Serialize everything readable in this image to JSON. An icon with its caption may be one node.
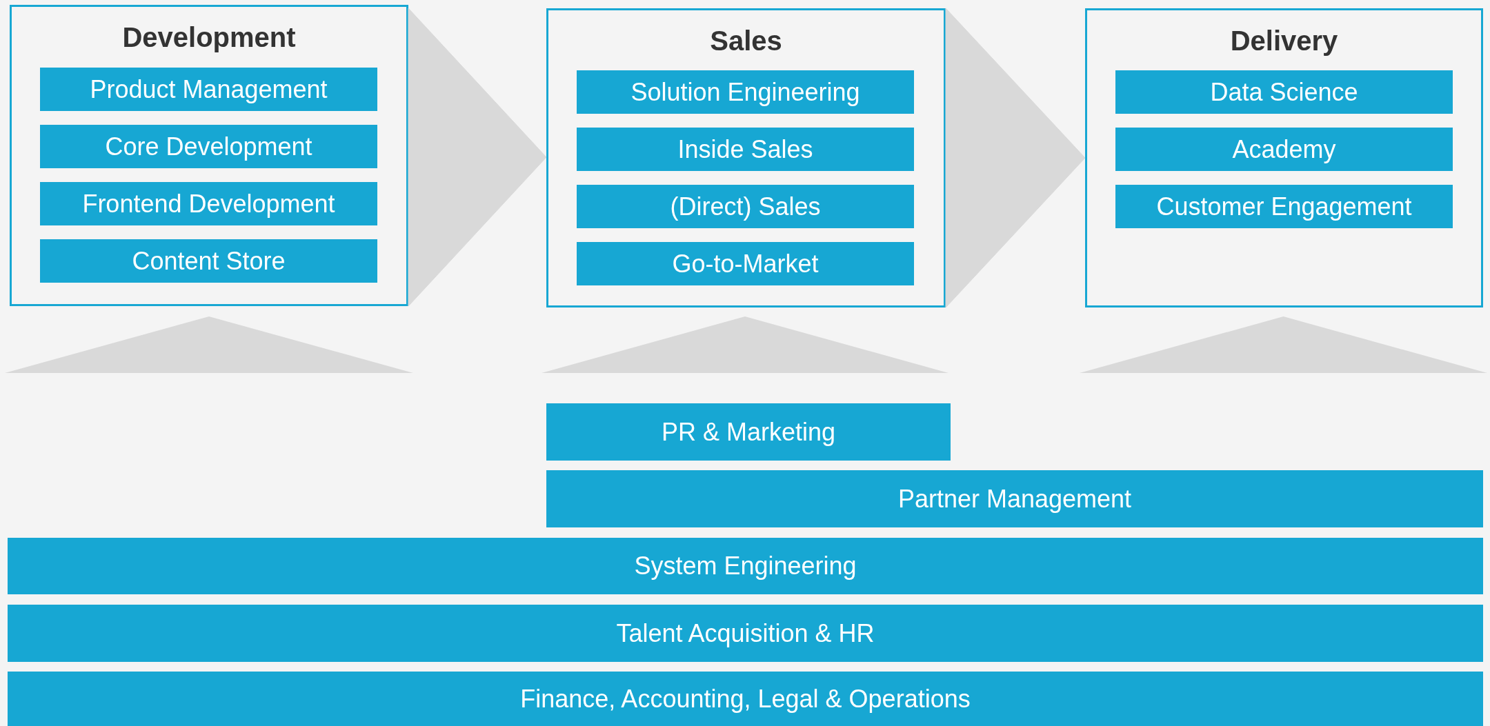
{
  "diagram": {
    "nodes": [
      {
        "text": [
          "Development"
        ]
      },
      {
        "text": [
          "Product Management"
        ],
        "in": 0
      },
      {
        "text": [
          "Core Development"
        ],
        "in": 0
      },
      {
        "text": [
          "Frontend Development"
        ],
        "in": 0
      },
      {
        "text": [
          "Content Store"
        ],
        "in": 0
      },
      {
        "text": [
          "Sales"
        ]
      },
      {
        "text": [
          "Solution Engineering"
        ],
        "in": 5
      },
      {
        "text": [
          "Inside Sales"
        ],
        "in": 5
      },
      {
        "text": [
          "(Direct) Sales"
        ],
        "in": 5
      },
      {
        "text": [
          "Go-to-Market"
        ],
        "in": 5
      },
      {
        "text": [
          "Delivery"
        ]
      },
      {
        "text": [
          "Data Science"
        ],
        "in": 10
      },
      {
        "text": [
          "Academy"
        ],
        "in": 10
      },
      {
        "text": [
          "Customer Engagement"
        ],
        "in": 10
      },
      {
        "text": [],
        "shape": "triangle"
      },
      {
        "text": [],
        "shape": "triangle"
      },
      {
        "text": [],
        "shape": "triangle"
      },
      {
        "text": [
          "PR & Marketing"
        ]
      },
      {
        "text": [
          "Partner Management"
        ]
      },
      {
        "text": [
          "System Engineering"
        ]
      },
      {
        "text": [
          "Talent Acquisition & HR"
        ]
      },
      {
        "text": [
          "Finance, Accounting, Legal & Operations"
        ]
      }
    ],
    "edges": [
      {
        "from": 0,
        "to": 5,
        "arrow": "to"
      },
      {
        "from": 5,
        "to": 10,
        "arrow": "to"
      }
    ]
  }
}
